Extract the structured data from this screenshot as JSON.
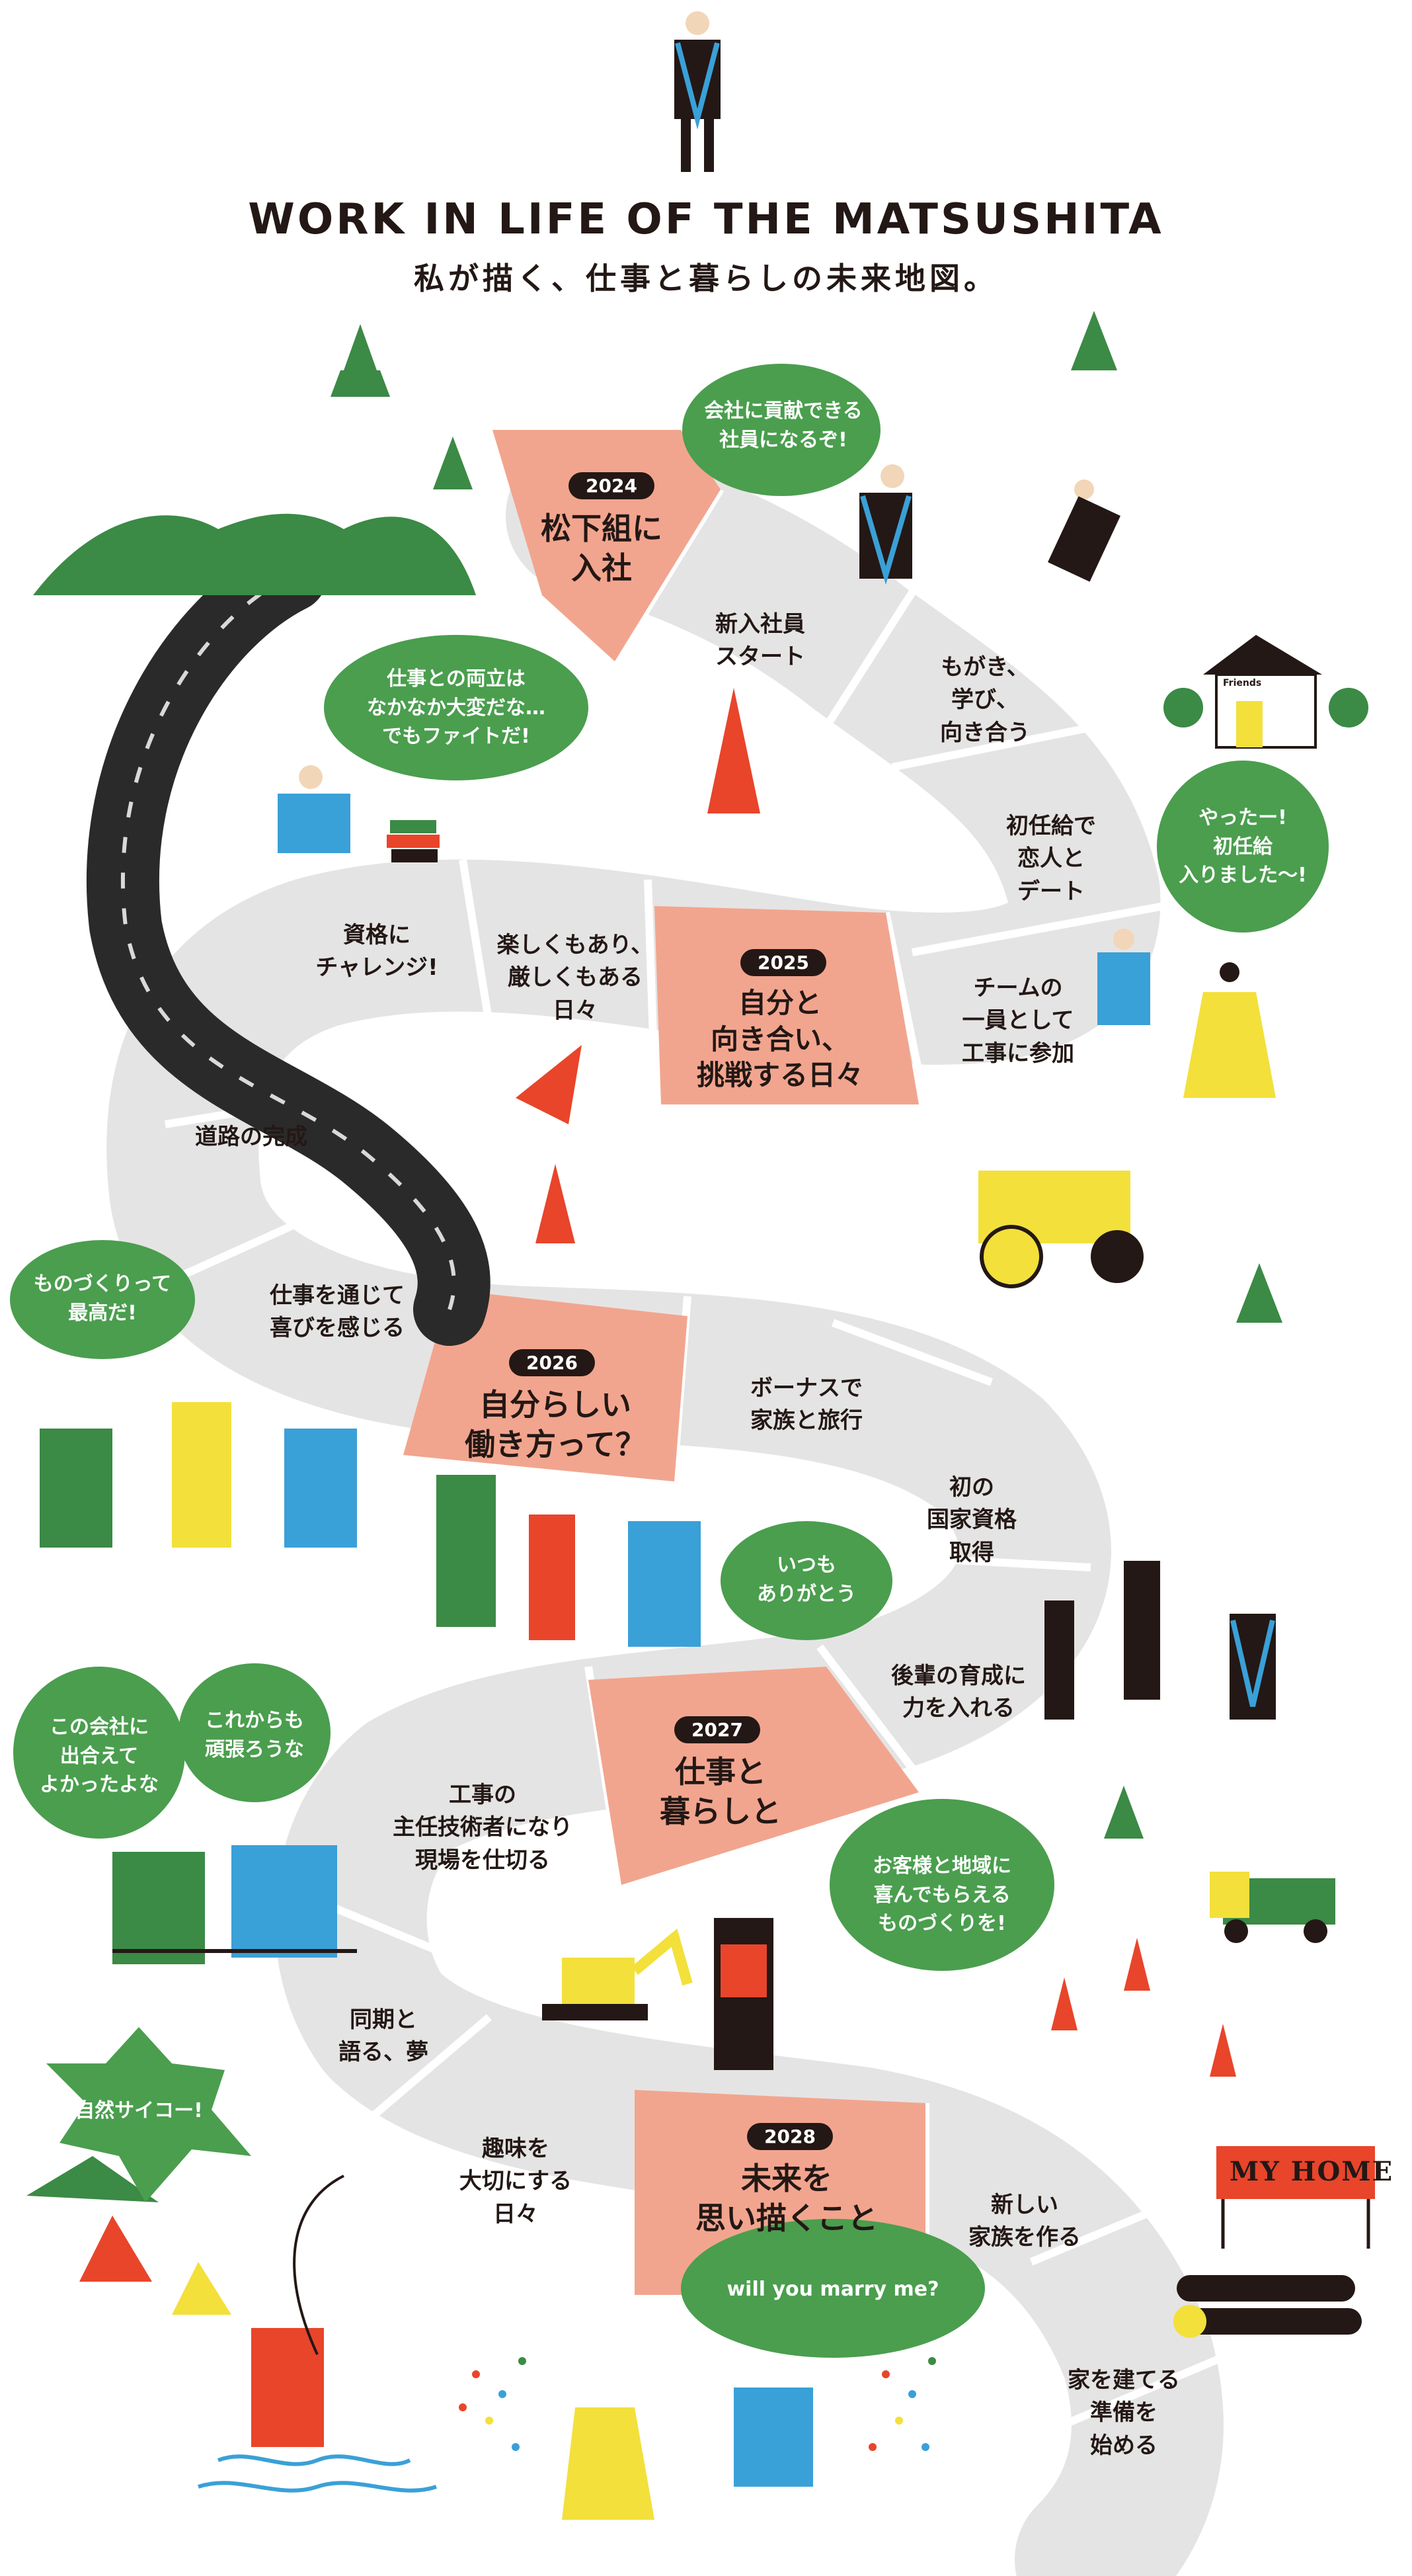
{
  "header": {
    "title": "WORK IN LIFE OF THE MATSUSHITA",
    "subtitle": "私が描く、仕事と暮らしの未来地図。"
  },
  "milestones": [
    {
      "year": "2024",
      "title": "松下組に\n入社"
    },
    {
      "year": "2025",
      "title": "自分と\n向き合い、\n挑戦する日々"
    },
    {
      "year": "2026",
      "title": "自分らしい\n働き方って？"
    },
    {
      "year": "2027",
      "title": "仕事と\n暮らしと"
    },
    {
      "year": "2028",
      "title": "未来を\n思い描くこと"
    }
  ],
  "steps": [
    "新入社員\nスタート",
    "もがき、\n学び、\n向き合う",
    "初任給で\n恋人と\nデート",
    "チームの\n一員として\n工事に参加",
    "楽しくもあり、\n厳しくもある\n日々",
    "資格に\nチャレンジ!",
    "道路の完成",
    "仕事を通じて\n喜びを感じる",
    "ボーナスで\n家族と旅行",
    "初の\n国家資格\n取得",
    "後輩の育成に\n力を入れる",
    "工事の\n主任技術者になり\n現場を仕切る",
    "同期と\n語る、夢",
    "趣味を\n大切にする\n日々",
    "新しい\n家族を作る",
    "家を建てる\n準備を\n始める"
  ],
  "bubbles": [
    "会社に貢献できる\n社員になるぞ!",
    "仕事との両立は\nなかなか大変だな…\nでもファイトだ!",
    "やったー!\n初任給\n入りました〜!",
    "ものづくりって\n最高だ!",
    "いつも\nありがとう",
    "この会社に\n出合えて\nよかったよな",
    "これからも\n頑張ろうな",
    "お客様と地域に\n喜んでもらえる\nものづくりを!",
    "自然サイコー!",
    "will you marry me?"
  ],
  "signs": {
    "my_home": "MY HOME",
    "house_sign": "Friends"
  },
  "colors": {
    "path": "#e5e4e4",
    "milestone": "#f2a58e",
    "bubble": "#4a9e4e",
    "road": "#2b2a2a",
    "ink": "#231815",
    "cone": "#e8452b",
    "machine": "#f3e03b"
  }
}
